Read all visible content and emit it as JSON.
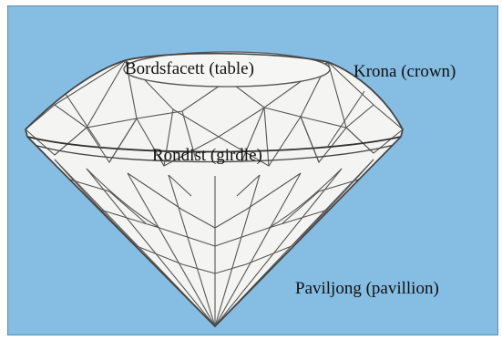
{
  "diagram": {
    "labels": {
      "table": "Bordsfacett (table)",
      "crown": "Krona (crown)",
      "girdle": "Rondist (girdle)",
      "pavilion": "Paviljong (pavillion)"
    },
    "colors": {
      "background": "#86bde3",
      "gem_fill": "#f4f4f2",
      "facet_lines": "#555555"
    }
  }
}
